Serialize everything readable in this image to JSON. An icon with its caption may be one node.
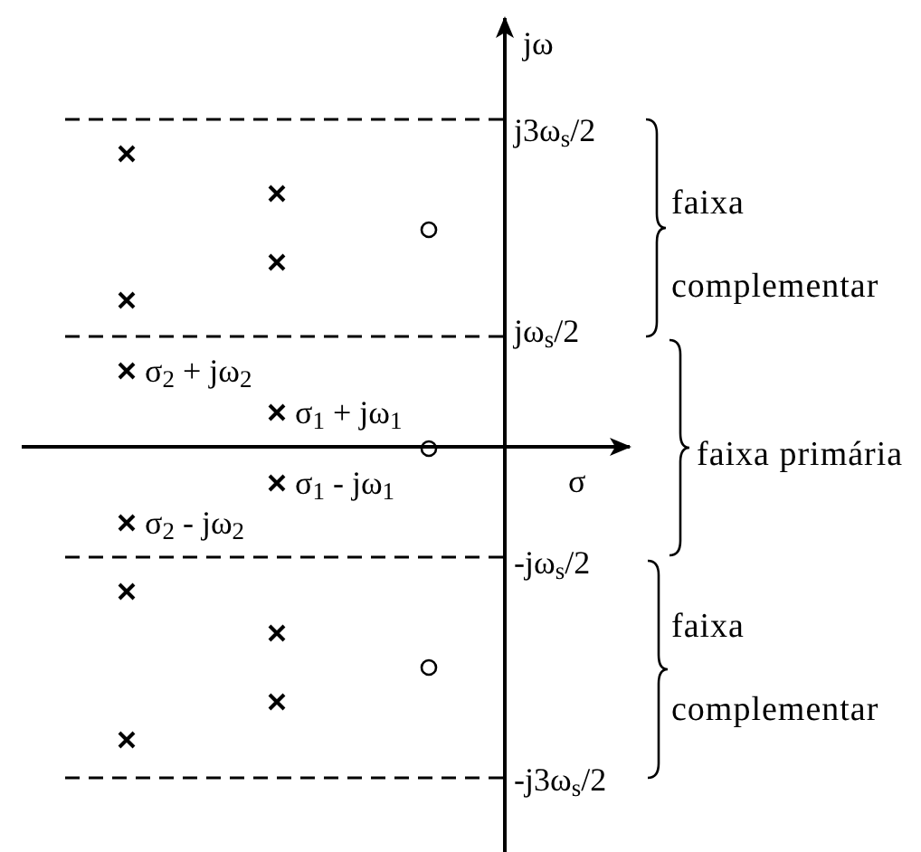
{
  "diagram": {
    "labels": [
      "jω",
      "j3ω$_{s}$/2",
      "faixa complementar",
      "jω$_{s}$/2",
      "σ$_{2}$ + jω$_{2}$",
      "σ$_{1}$ + jω$_{1}$",
      "faixa primária",
      "σ$_{1}$ - jω$_{1}$",
      "σ",
      "σ$_{2}$ - jω$_{2}$",
      "-jω$_{s}$/2",
      "faixa complementar",
      "-j3ω$_{s}$/2"
    ]
  }
}
